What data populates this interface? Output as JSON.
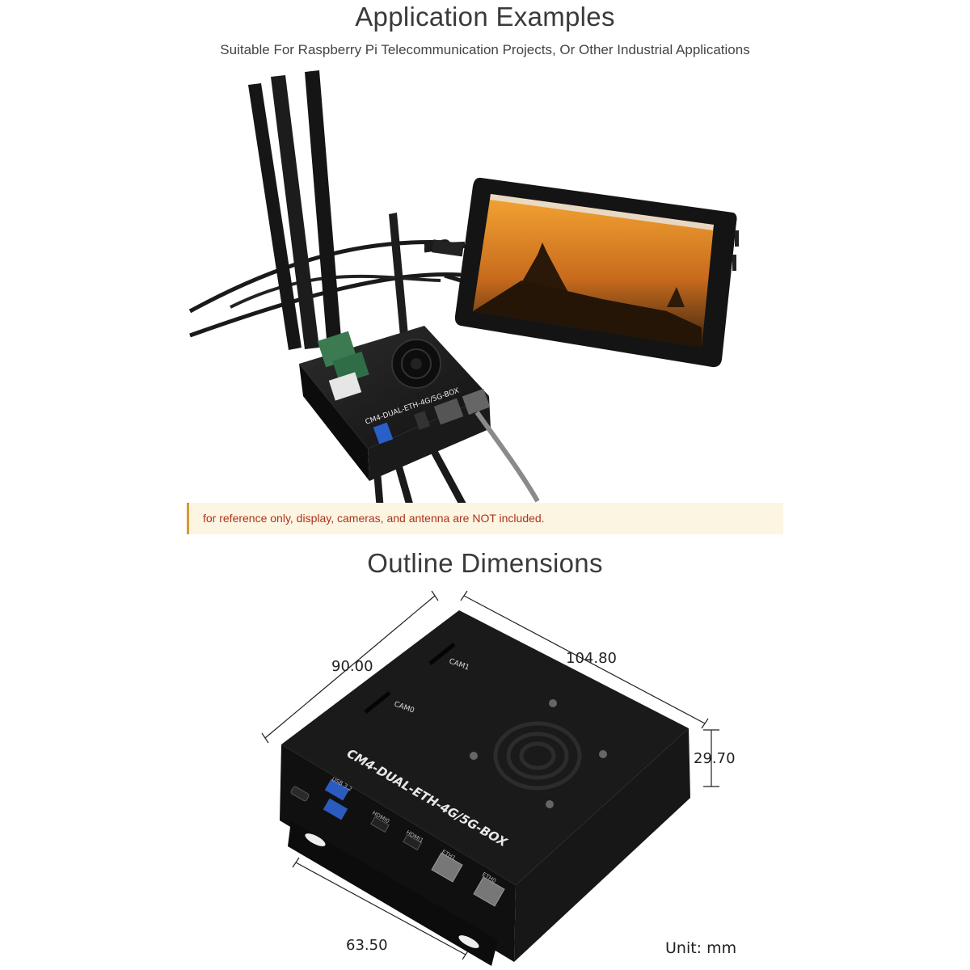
{
  "application": {
    "title": "Application Examples",
    "subtitle": "Suitable For Raspberry Pi Telecommunication Projects, Or Other Industrial Applications",
    "note": "for reference only, display, cameras, and antenna are NOT included.",
    "device_label": "CM4-DUAL-ETH-4G/5G-BOX"
  },
  "outline": {
    "title": "Outline Dimensions",
    "device_label": "CM4-DUAL-ETH-4G/5G-BOX",
    "port_labels": {
      "cam1": "CAM1",
      "cam0": "CAM0",
      "usb": "USB 3.2",
      "hdmi0": "HDMI0",
      "hdmi1": "HDMI1",
      "eth1": "ETH1",
      "eth0": "ETH0"
    },
    "dimensions": {
      "depth": "90.00",
      "width": "104.80",
      "height": "29.70",
      "mount": "63.50"
    },
    "unit": "Unit: mm"
  },
  "colors": {
    "note_background": "#fcf5e2",
    "note_border": "#d49a3a",
    "note_text": "#b0311b",
    "device_body": "#141414"
  }
}
